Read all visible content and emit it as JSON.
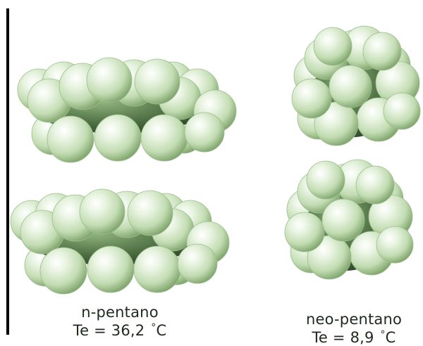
{
  "molecules": {
    "n_pentane": {
      "name": "n-pentano",
      "te_label": "Te = 36,2",
      "degree": "°",
      "unit": "C"
    },
    "neo_pentane": {
      "name": "neo-pentano",
      "te_label": "Te = 8,9",
      "degree": "°",
      "unit": "C"
    }
  },
  "colors": {
    "atom_light": "#ffffff",
    "atom_mid": "#d3e8c8",
    "atom_dark": "#7ea36b",
    "shadow": "#354e2e",
    "divider": "#000000",
    "text": "#1f2a1f"
  }
}
